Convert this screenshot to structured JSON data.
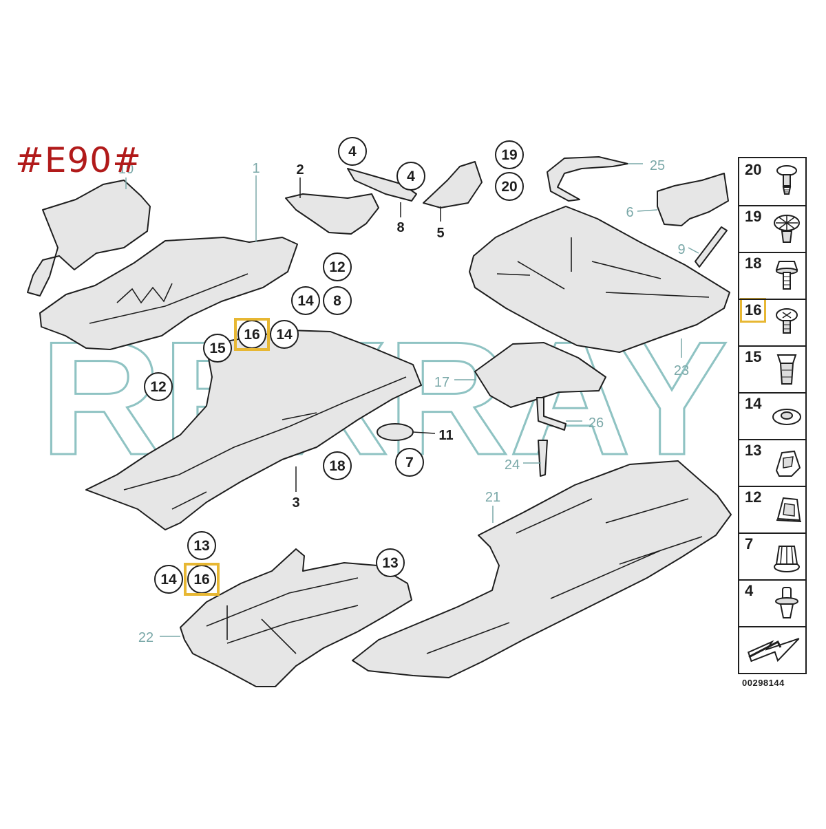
{
  "model_tag": "#E90#",
  "drawing_number": "00298144",
  "watermark": "REXRAY",
  "colors": {
    "line": "#1e1e1e",
    "ghost": "#7aa8a8",
    "highlight": "#e7b733",
    "tag": "#b11a1a"
  },
  "callouts": [
    {
      "id": "c4a",
      "label": "4",
      "circle": true
    },
    {
      "id": "c4b",
      "label": "4",
      "circle": true
    },
    {
      "id": "c19",
      "label": "19",
      "circle": true
    },
    {
      "id": "c20",
      "label": "20",
      "circle": true
    },
    {
      "id": "c12a",
      "label": "12",
      "circle": true
    },
    {
      "id": "c14a",
      "label": "14",
      "circle": true
    },
    {
      "id": "c8a",
      "label": "8",
      "circle": true
    },
    {
      "id": "c16a",
      "label": "16",
      "circle": true,
      "highlight": true
    },
    {
      "id": "c14b",
      "label": "14",
      "circle": true
    },
    {
      "id": "c15",
      "label": "15",
      "circle": true
    },
    {
      "id": "c12b",
      "label": "12",
      "circle": true
    },
    {
      "id": "c18",
      "label": "18",
      "circle": true
    },
    {
      "id": "c7",
      "label": "7",
      "circle": true
    },
    {
      "id": "c13a",
      "label": "13",
      "circle": true
    },
    {
      "id": "c14c",
      "label": "14",
      "circle": true
    },
    {
      "id": "c16b",
      "label": "16",
      "circle": true,
      "highlight": true
    },
    {
      "id": "c13b",
      "label": "13",
      "circle": true
    },
    {
      "id": "l2",
      "label": "2",
      "circle": false
    },
    {
      "id": "l8",
      "label": "8",
      "circle": false
    },
    {
      "id": "l5",
      "label": "5",
      "circle": false
    },
    {
      "id": "l3",
      "label": "3",
      "circle": false
    },
    {
      "id": "l11",
      "label": "11",
      "circle": false
    },
    {
      "id": "g1",
      "label": "1",
      "circle": false,
      "ghost": true
    },
    {
      "id": "g10",
      "label": "10",
      "circle": false,
      "ghost": true
    },
    {
      "id": "g25",
      "label": "25",
      "circle": false,
      "ghost": true
    },
    {
      "id": "g6",
      "label": "6",
      "circle": false,
      "ghost": true
    },
    {
      "id": "g9",
      "label": "9",
      "circle": false,
      "ghost": true
    },
    {
      "id": "g23",
      "label": "23",
      "circle": false,
      "ghost": true
    },
    {
      "id": "g17",
      "label": "17",
      "circle": false,
      "ghost": true
    },
    {
      "id": "g26",
      "label": "26",
      "circle": false,
      "ghost": true
    },
    {
      "id": "g24",
      "label": "24",
      "circle": false,
      "ghost": true
    },
    {
      "id": "g21",
      "label": "21",
      "circle": false,
      "ghost": true
    },
    {
      "id": "g22",
      "label": "22",
      "circle": false,
      "ghost": true
    }
  ],
  "fastener_legend": [
    {
      "number": "20",
      "icon": "screw-icon"
    },
    {
      "number": "19",
      "icon": "expansion-rivet-icon"
    },
    {
      "number": "18",
      "icon": "hex-bolt-icon"
    },
    {
      "number": "16",
      "icon": "flange-screw-icon",
      "highlight": true
    },
    {
      "number": "15",
      "icon": "plastic-nut-icon"
    },
    {
      "number": "14",
      "icon": "washer-icon"
    },
    {
      "number": "13",
      "icon": "spring-nut-icon"
    },
    {
      "number": "12",
      "icon": "clip-nut-icon"
    },
    {
      "number": "7",
      "icon": "hex-nut-icon"
    },
    {
      "number": "4",
      "icon": "push-rivet-icon"
    }
  ]
}
